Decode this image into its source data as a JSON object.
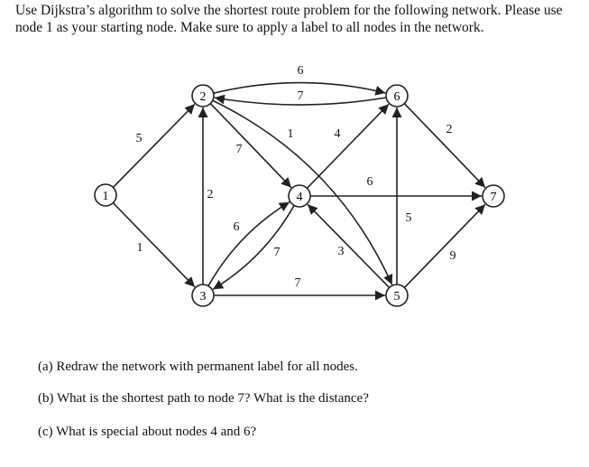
{
  "problem": {
    "prompt": "Use Dijkstra’s algorithm to solve the shortest route problem for the following network. Please use node 1 as your starting node. Make sure to apply a label to all nodes in the network."
  },
  "network": {
    "nodes": [
      "1",
      "2",
      "3",
      "4",
      "5",
      "6",
      "7"
    ],
    "edges": [
      {
        "from": "1",
        "to": "2",
        "weight": "5"
      },
      {
        "from": "1",
        "to": "3",
        "weight": "1"
      },
      {
        "from": "3",
        "to": "2",
        "weight": "2"
      },
      {
        "from": "2",
        "to": "6",
        "weight": "6"
      },
      {
        "from": "6",
        "to": "2",
        "weight": "7"
      },
      {
        "from": "2",
        "to": "4",
        "weight": "7"
      },
      {
        "from": "4",
        "to": "3",
        "weight": "6"
      },
      {
        "from": "3",
        "to": "4",
        "weight": "7"
      },
      {
        "from": "4",
        "to": "6",
        "weight": "4"
      },
      {
        "from": "4",
        "to": "7",
        "weight": "6"
      },
      {
        "from": "3",
        "to": "5",
        "weight": "7"
      },
      {
        "from": "5",
        "to": "4",
        "weight": "3"
      },
      {
        "from": "2",
        "to": "5",
        "weight": "1"
      },
      {
        "from": "5",
        "to": "6",
        "weight": "5"
      },
      {
        "from": "6",
        "to": "7",
        "weight": "2"
      },
      {
        "from": "5",
        "to": "7",
        "weight": "9"
      }
    ]
  },
  "questions": {
    "a": "(a) Redraw the network with permanent label for all nodes.",
    "b": "(b) What is the shortest path to node 7? What is the distance?",
    "c": "(c) What is special about nodes 4 and 6?"
  }
}
